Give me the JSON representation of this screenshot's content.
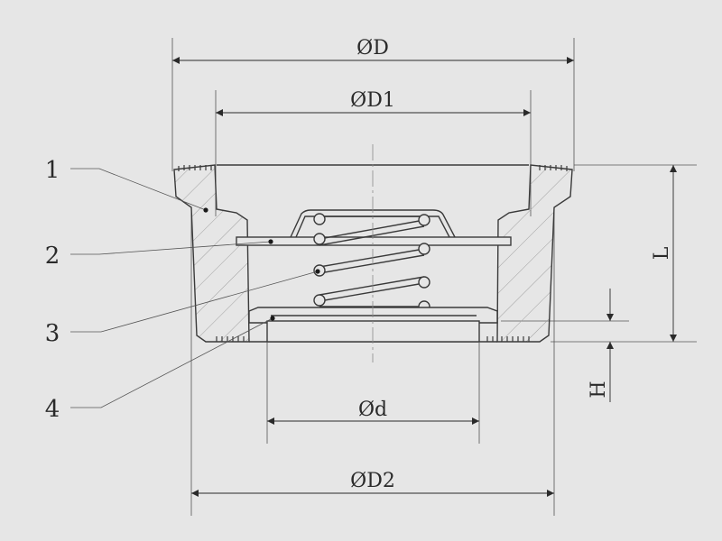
{
  "dimensions": {
    "outer_diameter": "ØD",
    "flange_diameter": "ØD1",
    "bore_diameter": "Ød",
    "body_diameter": "ØD2",
    "length": "L",
    "seat_height": "H"
  },
  "callouts": [
    "1",
    "2",
    "3",
    "4"
  ],
  "colors": {
    "background": "#e6e6e6",
    "line": "#3a3a3a",
    "hatch": "#9a9a9a",
    "centerline": "#8a8a8a"
  }
}
